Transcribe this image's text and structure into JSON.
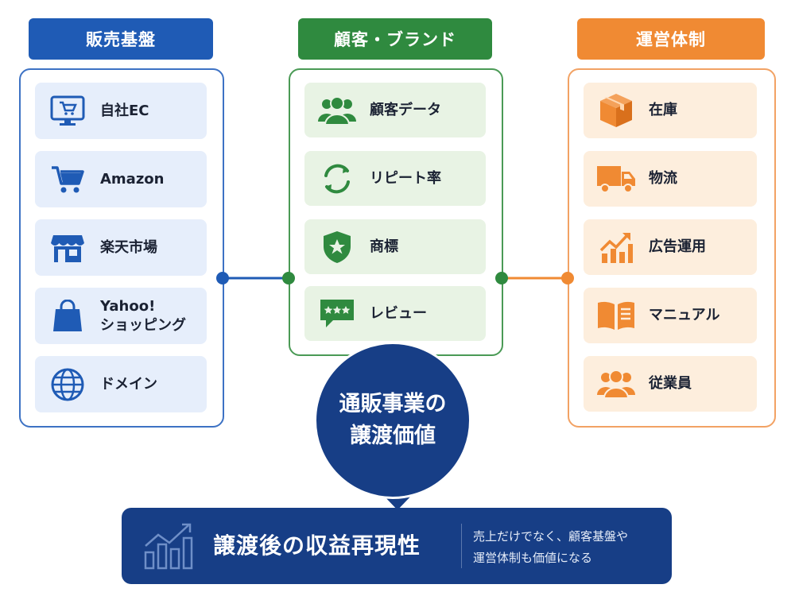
{
  "columns": {
    "sales": {
      "title": "販売基盤",
      "color": "#1f5bb5",
      "items": [
        {
          "label": "自社EC",
          "icon": "monitor-cart-icon"
        },
        {
          "label": "Amazon",
          "icon": "shopping-cart-icon"
        },
        {
          "label": "楽天市場",
          "icon": "storefront-icon"
        },
        {
          "label": "Yahoo!\nショッピング",
          "icon": "shopping-bag-icon"
        },
        {
          "label": "ドメイン",
          "icon": "globe-icon"
        }
      ]
    },
    "brand": {
      "title": "顧客・ブランド",
      "color": "#2f8a3f",
      "items": [
        {
          "label": "顧客データ",
          "icon": "people-icon"
        },
        {
          "label": "リピート率",
          "icon": "refresh-arrows-icon"
        },
        {
          "label": "商標",
          "icon": "shield-star-icon"
        },
        {
          "label": "レビュー",
          "icon": "review-bubble-icon"
        }
      ]
    },
    "ops": {
      "title": "運営体制",
      "color": "#f08a33",
      "items": [
        {
          "label": "在庫",
          "icon": "box-icon"
        },
        {
          "label": "物流",
          "icon": "truck-icon"
        },
        {
          "label": "広告運用",
          "icon": "growth-chart-icon"
        },
        {
          "label": "マニュアル",
          "icon": "open-book-icon"
        },
        {
          "label": "従業員",
          "icon": "team-icon"
        }
      ]
    }
  },
  "center": {
    "line1": "通販事業の",
    "line2": "譲渡価値",
    "color": "#173e86"
  },
  "banner": {
    "title": "譲渡後の収益再現性",
    "note_line1": "売上だけでなく、顧客基盤や",
    "note_line2": "運営体制も価値になる",
    "icon": "bar-chart-trend-icon"
  }
}
